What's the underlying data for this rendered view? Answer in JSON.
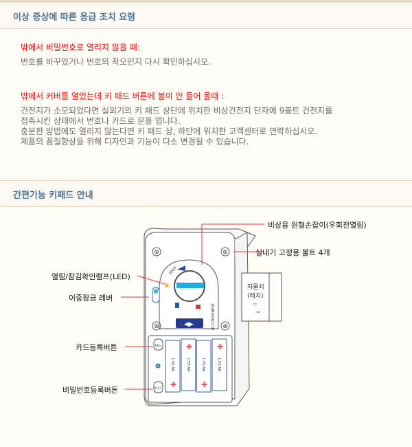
{
  "section1": {
    "title": "이상 증상에 따른 응급 조치 요령",
    "items": [
      {
        "heading": "밖에서 비밀번호로 열리지 않을 때:",
        "lines": [
          "번호를 바꾸었거나 번호의 착오인지 다시 확인하십시오."
        ]
      },
      {
        "heading": "밖에서 커버를 열었는데 키 패드 버튼에 불이 안 들어 올때 :",
        "lines": [
          "건전지가 소모되었다면 실외기의 키 패드 상단에 위치한 비상건전지 단자에 9볼트 건전지를",
          "접촉시킨 상태에서 번호나 카드로 문을 엽니다.",
          "충분한 방법에도 열리지 않는다면 키 패드 상, 하단에 위치한 고객센터로 연락하십시오.",
          "제품의 품질향상을 위해 디자인과 기능이 다소 변경될 수 있습니다."
        ]
      }
    ]
  },
  "section2": {
    "title": "간편기능 키패드 안내",
    "labels": {
      "emergency_knob": "비상용 원형손잡이(우회전열림)",
      "bolts": "실내기 고정용 볼트 4개",
      "led": "열림/잠김확인램프(LED)",
      "double_lock": "이중잠금 레버",
      "card_reg": "카드등록버튼",
      "pw_reg": "비밀번호등록버튼"
    },
    "device": {
      "open": "OPEN",
      "brand": "HI COMPONENT",
      "latch": [
        "자물쇠",
        "(래치)"
      ],
      "reg": "REG",
      "p123": "P123",
      "battery": "1.5V AA"
    }
  }
}
